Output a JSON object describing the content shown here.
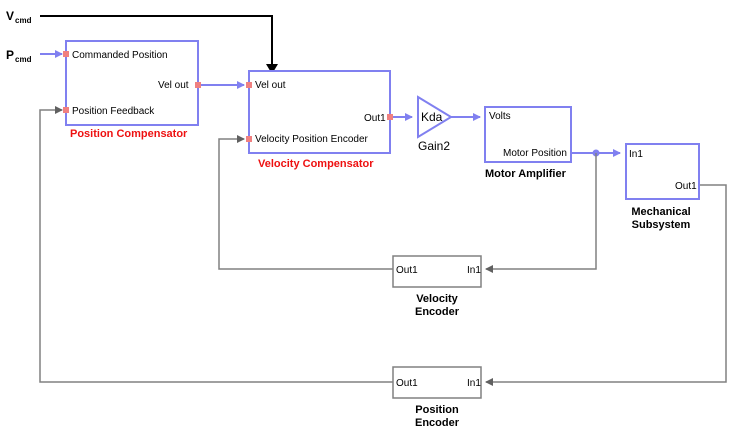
{
  "signals": {
    "v_cmd_main": "V",
    "v_cmd_sub": "cmd",
    "p_cmd_main": "P",
    "p_cmd_sub": "cmd"
  },
  "position_compensator": {
    "title": "Position Compensator",
    "in1": "Commanded Position",
    "in2": "Position Feedback",
    "out": "Vel out"
  },
  "velocity_compensator": {
    "title": "Velocity Compensator",
    "in1": "Vel out",
    "in2": "Velocity Position Encoder",
    "out": "Out1"
  },
  "gain": {
    "value": "Kda",
    "name": "Gain2"
  },
  "motor_amplifier": {
    "title": "Motor Amplifier",
    "in": "Volts",
    "out": "Motor Position"
  },
  "mechanical_subsystem": {
    "title_line1": "Mechanical",
    "title_line2": "Subsystem",
    "in": "In1",
    "out": "Out1"
  },
  "velocity_encoder": {
    "title_line1": "Velocity",
    "title_line2": "Encoder",
    "in": "In1",
    "out": "Out1"
  },
  "position_encoder": {
    "title_line1": "Position",
    "title_line2": "Encoder",
    "in": "In1",
    "out": "Out1"
  },
  "colors": {
    "signal_wire": "#8080f0",
    "feedback_wire": "#808080",
    "port": "#f08080",
    "subsystem_title": "#ee1111"
  }
}
